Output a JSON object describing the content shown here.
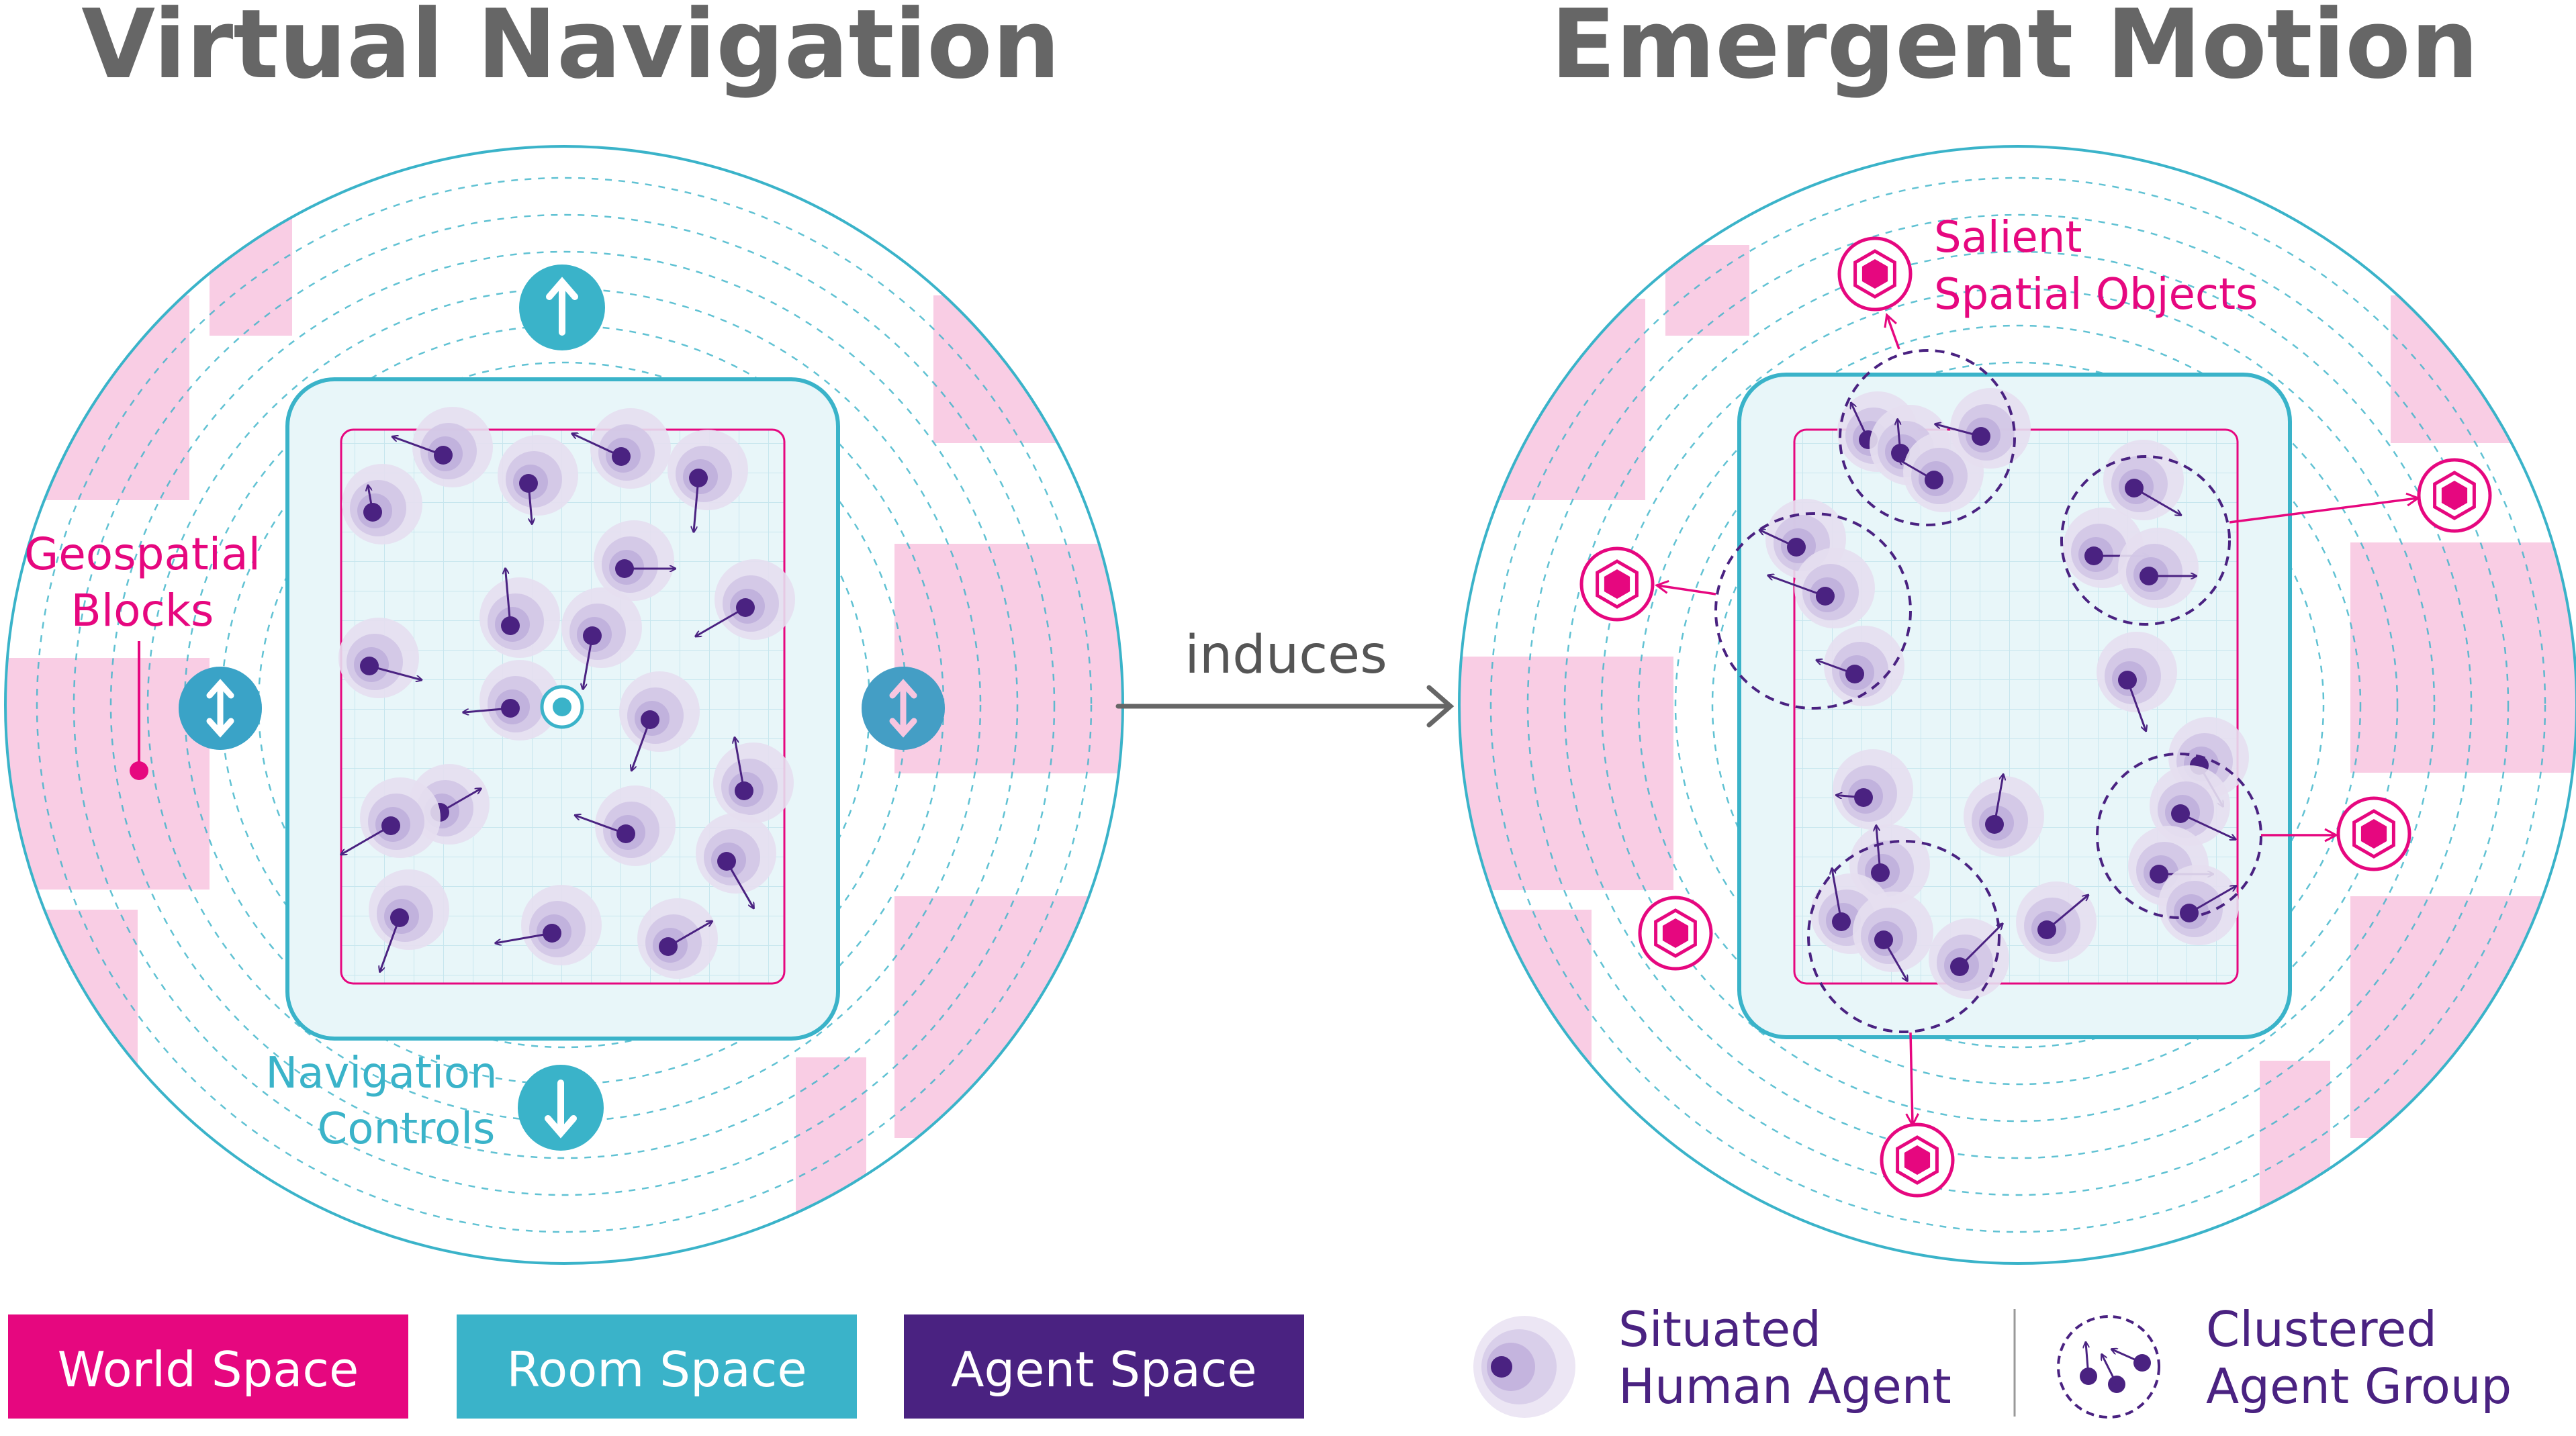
{
  "titles": {
    "left": "Virtual Navigation",
    "right": "Emergent Motion"
  },
  "labels": {
    "geospatial_line1": "Geospatial",
    "geospatial_line2": "Blocks",
    "navigation_line1": "Navigation",
    "navigation_line2": "Controls",
    "induces": "induces",
    "salient_line1": "Salient",
    "salient_line2": "Spatial Objects"
  },
  "legend": {
    "world_space": "World Space",
    "room_space": "Room Space",
    "agent_space": "Agent Space",
    "situated_line1": "Situated",
    "situated_line2": "Human Agent",
    "clustered_line1": "Clustered",
    "clustered_line2": "Agent Group"
  },
  "colors": {
    "world": "#e6077f",
    "world_light": "#f9cde4",
    "room": "#3ab3c9",
    "room_fill": "#e8f6f9",
    "agent": "#4a2281",
    "agent_halo": "#b3a0d4",
    "title": "#666666",
    "arrow": "#666666"
  },
  "icons": {
    "nav_up": "arrow-up-icon",
    "nav_down": "arrow-down-icon",
    "nav_side": "vertical-double-arrow-icon",
    "salient": "hexagon-target-icon"
  }
}
